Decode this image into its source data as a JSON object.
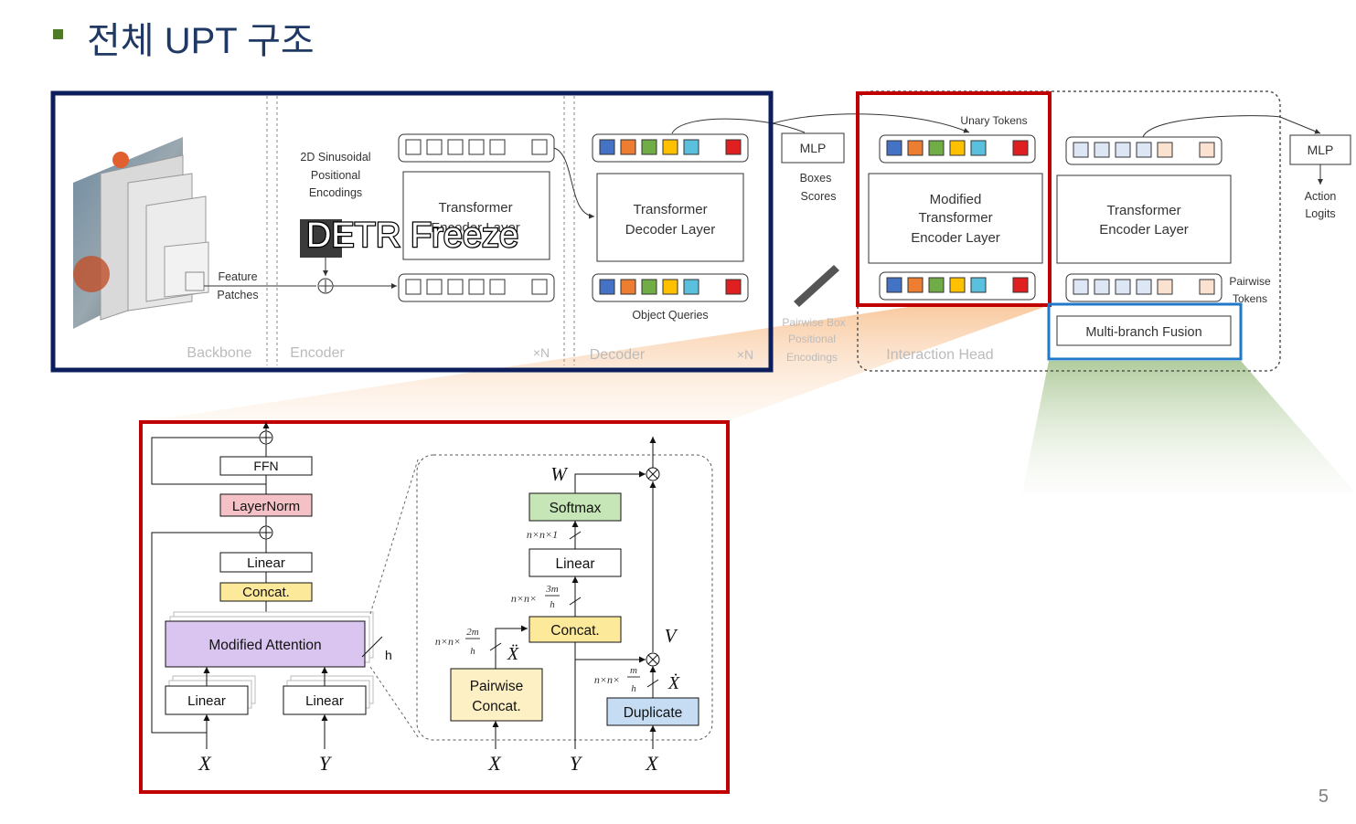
{
  "title": "전체 UPT 구조",
  "page_number": "5",
  "overlay_label": "DETR Freeze",
  "top_diagram": {
    "sinusoidal": [
      "2D Sinusoidal",
      "Positional",
      "Encodings"
    ],
    "feature_patches": [
      "Feature",
      "Patches"
    ],
    "transformer_encoder_layer": [
      "Transformer",
      "Encoder Layer"
    ],
    "transformer_decoder_layer": [
      "Transformer",
      "Decoder Layer"
    ],
    "object_queries": "Object Queries",
    "backbone": "Backbone",
    "encoder": "Encoder",
    "decoder": "Decoder",
    "xn": "×N",
    "mlp": "MLP",
    "boxes": "Boxes",
    "scores": "Scores",
    "pairwise_box": [
      "Pairwise Box",
      "Positional",
      "Encodings"
    ],
    "unary_tokens": "Unary Tokens",
    "modified_layer": [
      "Modified",
      "Transformer",
      "Encoder Layer"
    ],
    "transformer_encoder_layer2": [
      "Transformer",
      "Encoder Layer"
    ],
    "pairwise_tokens": [
      "Pairwise",
      "Tokens"
    ],
    "multi_branch": "Multi-branch Fusion",
    "interaction_head": "Interaction Head",
    "action_logits": [
      "Action",
      "Logits"
    ],
    "token_colors": [
      "#4472c4",
      "#ed7d31",
      "#70ad47",
      "#ffc000",
      "#5bc0de",
      "#e02020"
    ]
  },
  "detail_left": {
    "ffn": "FFN",
    "layernorm": "LayerNorm",
    "linear_top": "Linear",
    "concat": "Concat.",
    "modified_attention": "Modified Attention",
    "h": "h",
    "linear_left": "Linear",
    "linear_right": "Linear",
    "x": "X",
    "y": "Y"
  },
  "detail_right": {
    "w": "W",
    "softmax": "Softmax",
    "dim1": "n×n×1",
    "linear": "Linear",
    "dim2": "n×n×",
    "dim2_num": "3m",
    "dim2_den": "h",
    "concat": "Concat.",
    "dim3": "n×n×",
    "dim3_num": "2m",
    "dim3_den": "h",
    "x_ddot": "Ẍ",
    "v": "V",
    "dim4": "n×n×",
    "dim4_num": "m",
    "dim4_den": "h",
    "x_dot": "Ẋ",
    "pairwise": [
      "Pairwise",
      "Concat."
    ],
    "duplicate": "Duplicate",
    "x": "X",
    "y": "Y",
    "x2": "X"
  },
  "colors": {
    "title": "#1f3864",
    "bullet": "#4f7a28",
    "navy_frame": "#0c1f5c",
    "red_frame": "#c00000",
    "blue_frame": "#1f78c8",
    "layernorm": "#f4c2c6",
    "concat": "#fde99a",
    "attention": "#d9c5f0",
    "softmax": "#c6e6b7",
    "pairwise": "#fdf0c4",
    "duplicate": "#c5dcf2"
  }
}
